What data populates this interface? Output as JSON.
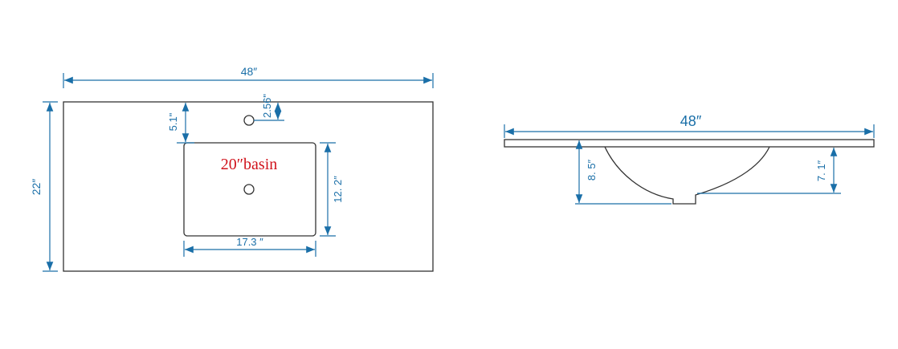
{
  "top_view": {
    "width_label": "48″",
    "depth_label": "22″",
    "faucet_offset_label": "5.1\"",
    "faucet_to_basin_label": "2.56\"",
    "basin_name_label": "20″basin",
    "basin_width_label": "17.3 ″",
    "basin_depth_label": "12. 2″"
  },
  "side_view": {
    "width_label": "48″",
    "outer_depth_label": "8. 5″",
    "inner_depth_label": "7. 1″"
  },
  "colors": {
    "dimension": "#1a6fa8",
    "outline": "#333333",
    "basin_label": "#d0121b"
  }
}
